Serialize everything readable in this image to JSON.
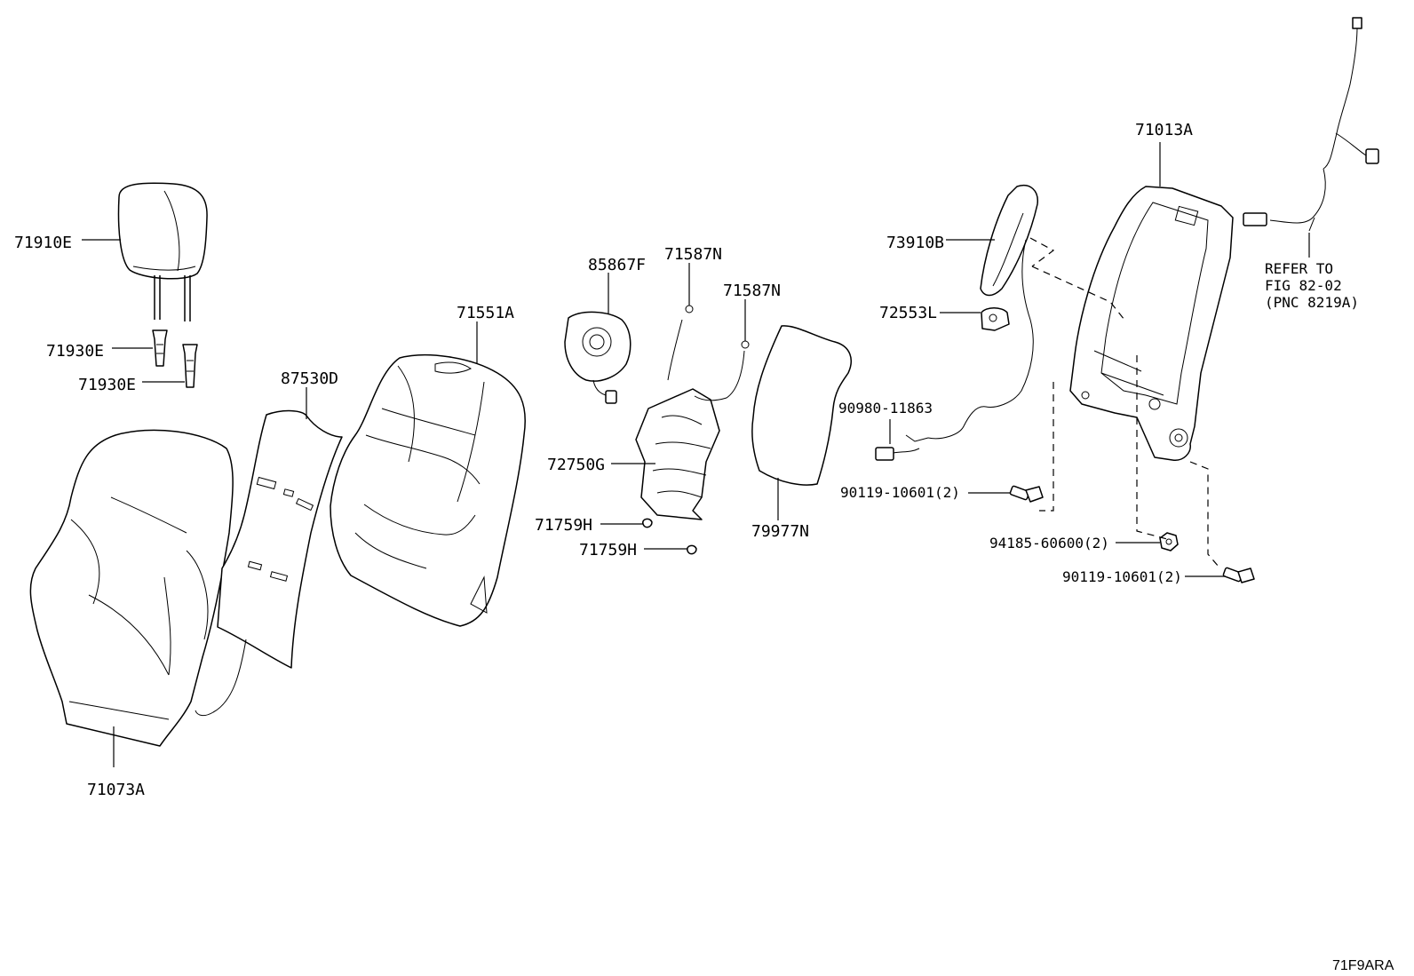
{
  "diagram": {
    "drawing_code": "71F9ARA",
    "callouts": {
      "p71910E": "71910E",
      "p71930E_1": "71930E",
      "p71930E_2": "71930E",
      "p87530D": "87530D",
      "p71551A": "71551A",
      "p71073A": "71073A",
      "p85867F": "85867F",
      "p71587N_1": "71587N",
      "p71587N_2": "71587N",
      "p72750G": "72750G",
      "p71759H_1": "71759H",
      "p71759H_2": "71759H",
      "p79977N": "79977N",
      "p73910B": "73910B",
      "p72553L": "72553L",
      "p90980": "90980-11863",
      "p90119_1": "90119-10601(2)",
      "p94185": "94185-60600(2)",
      "p90119_2": "90119-10601(2)",
      "p71013A": "71013A"
    },
    "refer_note": {
      "line1": "REFER TO",
      "line2": "FIG 82-02",
      "line3": "(PNC 8219A)"
    }
  }
}
